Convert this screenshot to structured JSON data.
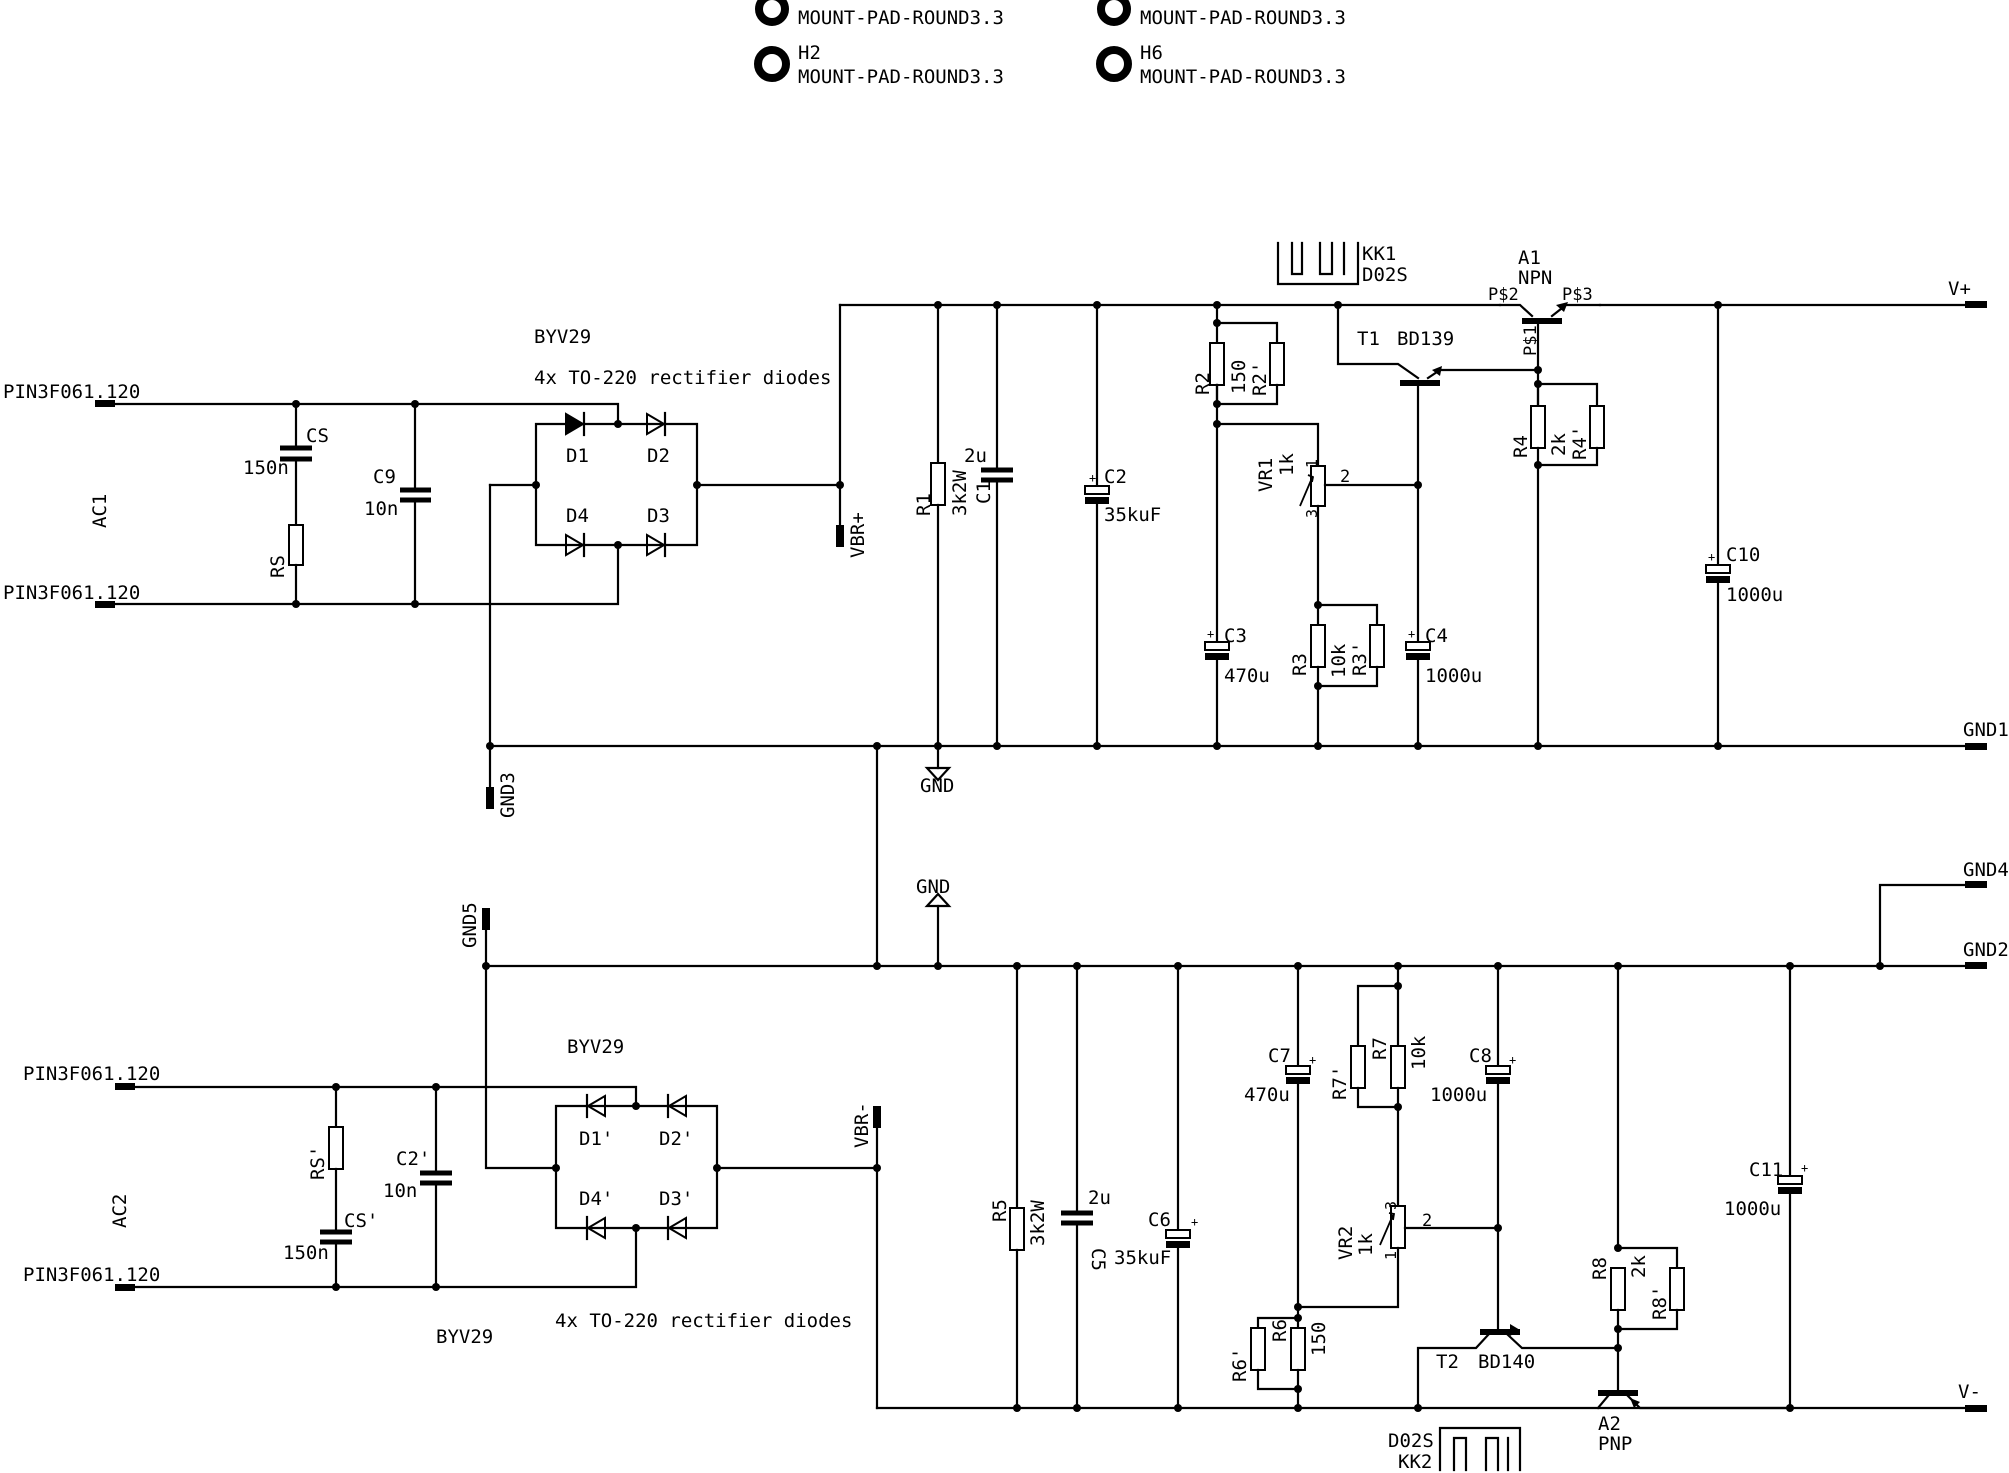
{
  "mounting_pads": {
    "h1_value": "MOUNT-PAD-ROUND3.3",
    "h5_value": "MOUNT-PAD-ROUND3.3",
    "h2_name": "H2",
    "h2_value": "MOUNT-PAD-ROUND3.3",
    "h6_name": "H6",
    "h6_value": "MOUNT-PAD-ROUND3.3"
  },
  "top": {
    "heatsink": {
      "name": "KK1",
      "value": "D02S"
    },
    "bridge_type": "BYV29",
    "bridge_desc": "4x TO-220 rectifier diodes",
    "ac_label": "AC1",
    "pin_top": "PIN3F061.120",
    "pin_bottom": "PIN3F061.120",
    "cs": {
      "name": "CS",
      "value": "150n"
    },
    "rs": "RS",
    "c9": {
      "name": "C9",
      "value": "10n"
    },
    "d1": "D1",
    "d2": "D2",
    "d3": "D3",
    "d4": "D4",
    "vbr": "VBR+",
    "r1": {
      "name": "R1",
      "value": "3k2W"
    },
    "c1": {
      "name": "C1",
      "value": "2u"
    },
    "c2": {
      "name": "C2",
      "value": "35kuF"
    },
    "r2": {
      "name": "R2",
      "value": "150",
      "alt": "R2'"
    },
    "vr1": {
      "name": "VR1",
      "value": "1k",
      "p1": "1",
      "p2": "2",
      "p3": "3"
    },
    "c3": {
      "name": "C3",
      "value": "470u"
    },
    "r3": {
      "name": "R3",
      "value": "10k",
      "alt": "R3'"
    },
    "t1": {
      "name": "T1",
      "value": "BD139"
    },
    "c4": {
      "name": "C4",
      "value": "1000u"
    },
    "a1": {
      "name": "A1",
      "value": "NPN",
      "p1": "P$1",
      "p2": "P$2",
      "p3": "P$3"
    },
    "r4": {
      "name": "R4",
      "value": "2k",
      "alt": "R4'"
    },
    "c10": {
      "name": "C10",
      "value": "1000u"
    },
    "vplus": "V+",
    "gnd1": "GND1",
    "gnd3": "GND3",
    "gnd_sym": "GND"
  },
  "bottom": {
    "gnd_sym": "GND",
    "gnd4": "GND4",
    "gnd2": "GND2",
    "gnd5": "GND5",
    "bridge_type_top": "BYV29",
    "bridge_type_bottom": "BYV29",
    "bridge_desc": "4x TO-220 rectifier diodes",
    "ac_label": "AC2",
    "pin_top": "PIN3F061.120",
    "pin_bottom": "PIN3F061.120",
    "rs": "RS'",
    "cs": {
      "name": "CS'",
      "value": "150n"
    },
    "c2p": {
      "name": "C2'",
      "value": "10n"
    },
    "d1": "D1'",
    "d2": "D2'",
    "d3": "D3'",
    "d4": "D4'",
    "vbr": "VBR-",
    "r5": {
      "name": "R5",
      "value": "3k2W"
    },
    "c5": {
      "name": "C5",
      "value": "2u"
    },
    "c6": {
      "name": "C6",
      "value": "35kuF"
    },
    "c7": {
      "name": "C7",
      "value": "470u"
    },
    "r7": {
      "name": "R7",
      "value": "10k",
      "alt": "R7'"
    },
    "c8": {
      "name": "C8",
      "value": "1000u"
    },
    "vr2": {
      "name": "VR2",
      "value": "1k",
      "p1": "1",
      "p2": "2",
      "p3": "3"
    },
    "r6": {
      "name": "R6",
      "value": "150",
      "alt": "R6'"
    },
    "t2": {
      "name": "T2",
      "value": "BD140"
    },
    "r8": {
      "name": "R8",
      "value": "2k",
      "alt": "R8'"
    },
    "c11": {
      "name": "C11",
      "value": "1000u"
    },
    "a2": {
      "name": "A2",
      "value": "PNP"
    },
    "vminus": "V-",
    "heatsink": {
      "name": "KK2",
      "value": "D02S"
    }
  }
}
